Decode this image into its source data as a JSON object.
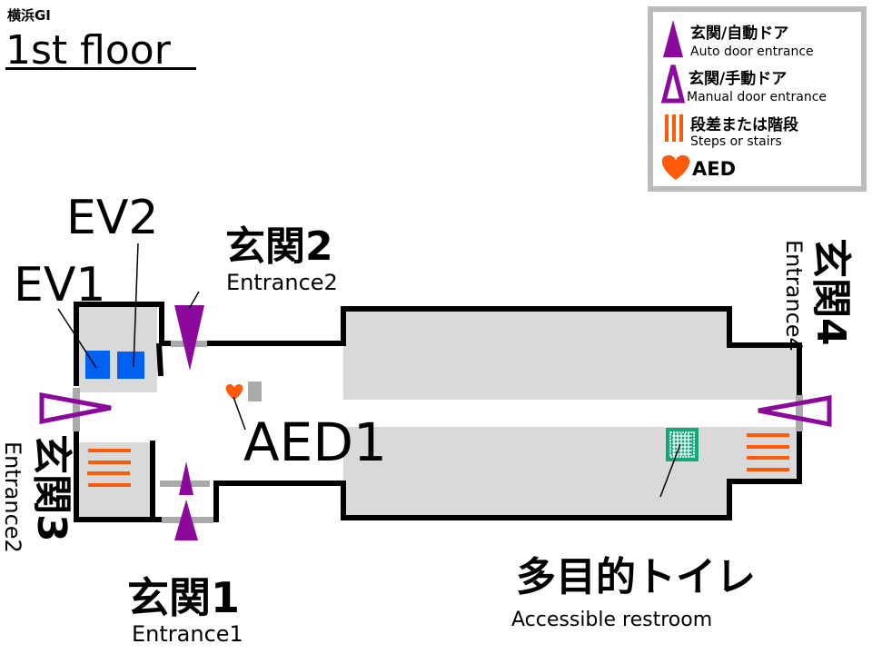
{
  "header": {
    "building": "横浜GI",
    "floor": "1st floor"
  },
  "legend": {
    "auto_door_jp": "玄関/自動ドア",
    "auto_door_en": "Auto door entrance",
    "manual_door_jp": "玄関/手動ドア",
    "manual_door_en": "Manual door entrance",
    "steps_jp": "段差または階段",
    "steps_en": "Steps or stairs",
    "aed": "AED"
  },
  "labels": {
    "ev1": "EV1",
    "ev2": "EV2",
    "entrance1_jp": "玄関1",
    "entrance1_en": "Entrance1",
    "entrance2_jp": "玄関2",
    "entrance2_en": "Entrance2",
    "entrance3_jp": "玄関3",
    "entrance3_en": "Entrance2",
    "entrance4_jp": "玄関4",
    "entrance4_en": "Entrance4",
    "aed1": "AED1",
    "restroom_jp": "多目的トイレ",
    "restroom_en": "Accessible restroom"
  },
  "colors": {
    "door": "#8b0a9c",
    "stairs": "#ff5a0a",
    "elevator": "#0060f0",
    "restroom": "#13a878",
    "room": "#d9d9d9",
    "doorway": "#aaaaaa"
  }
}
